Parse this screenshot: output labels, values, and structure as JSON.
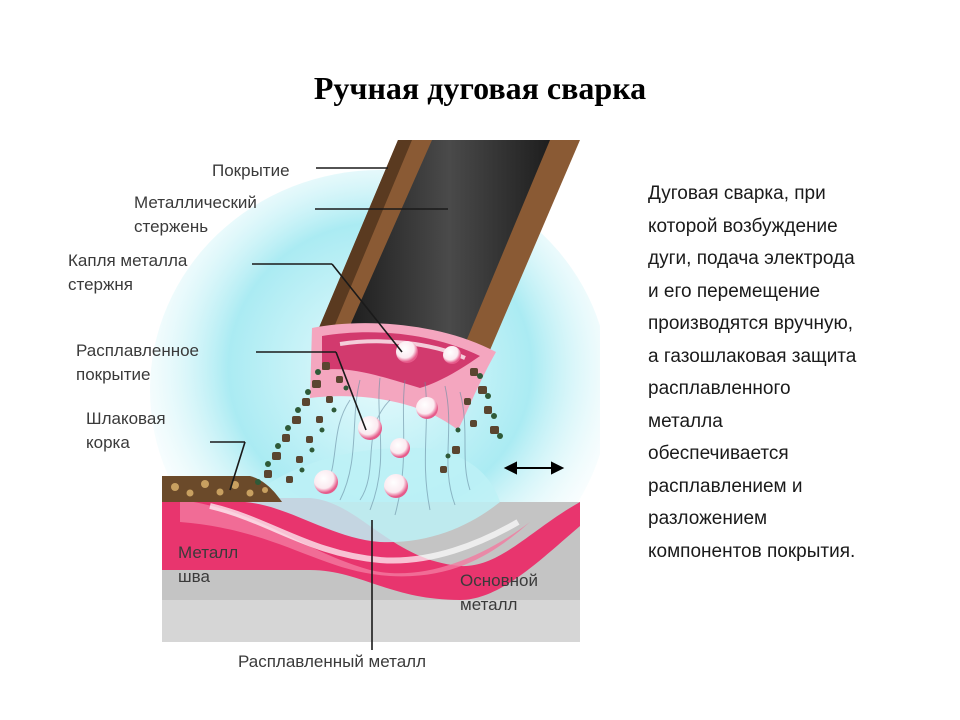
{
  "slide": {
    "title": "Ручная дуговая сварка",
    "description": "Дуговая сварка, при\nкоторой возбуждение\nдуги, подача электрода\nи его перемещение\nпроизводятся вручную,\nа газошлаковая защита\nрасплавленного\nметалла\nобеспечивается\nрасплавлением и\nразложением\nкомпонентов покрытия."
  },
  "diagram": {
    "labels": {
      "coating": "Покрытие",
      "metal_rod_1": "Металлический",
      "metal_rod_2": "стержень",
      "droplet_1": "Капля металла",
      "droplet_2": "стержня",
      "molten_coating_1": "Расплавленное",
      "molten_coating_2": "покрытие",
      "slag_1": "Шлаковая",
      "slag_2": "корка",
      "weld_1": "Металл",
      "weld_2": "шва",
      "base_1": "Основной",
      "base_2": "металл",
      "molten_metal": "Расплавленный металл"
    },
    "colors": {
      "coating": "#8a5a34",
      "rod": "#2b2b2b",
      "arc_zone": "#9be6ee",
      "weld_metal": "#e8356e",
      "base_metal": "#c8c8c8",
      "slag": "#6b4a2a"
    }
  }
}
